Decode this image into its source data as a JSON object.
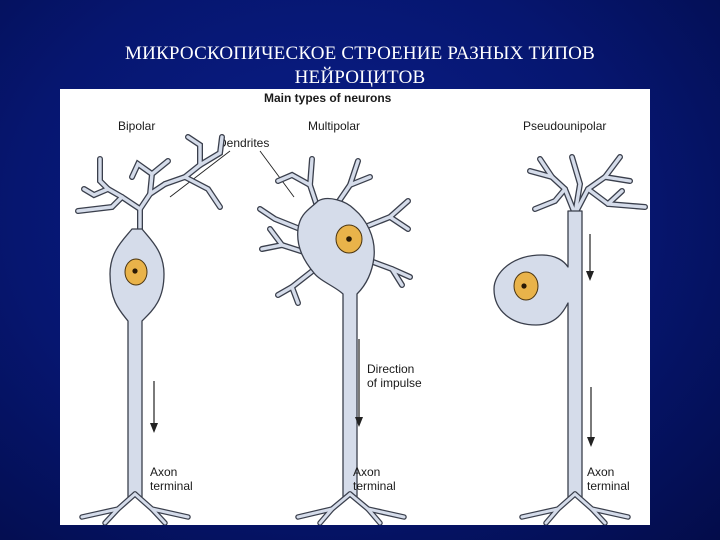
{
  "slide": {
    "title": "МИКРОСКОПИЧЕСКОЕ СТРОЕНИЕ РАЗНЫХ ТИПОВ НЕЙРОЦИТОВ"
  },
  "diagram": {
    "heading": "Main types of neurons",
    "types": {
      "bipolar": "Bipolar",
      "multipolar": "Multipolar",
      "pseudounipolar": "Pseudounipolar"
    },
    "labels": {
      "dendrites": "Dendrites",
      "direction_line1": "Direction",
      "direction_line2": "of impulse",
      "axon_line1": "Axon",
      "axon_line2": "terminal"
    },
    "colors": {
      "background": "#061670",
      "cell_body": "#d5dcea",
      "nucleus": "#e9b34a"
    }
  }
}
